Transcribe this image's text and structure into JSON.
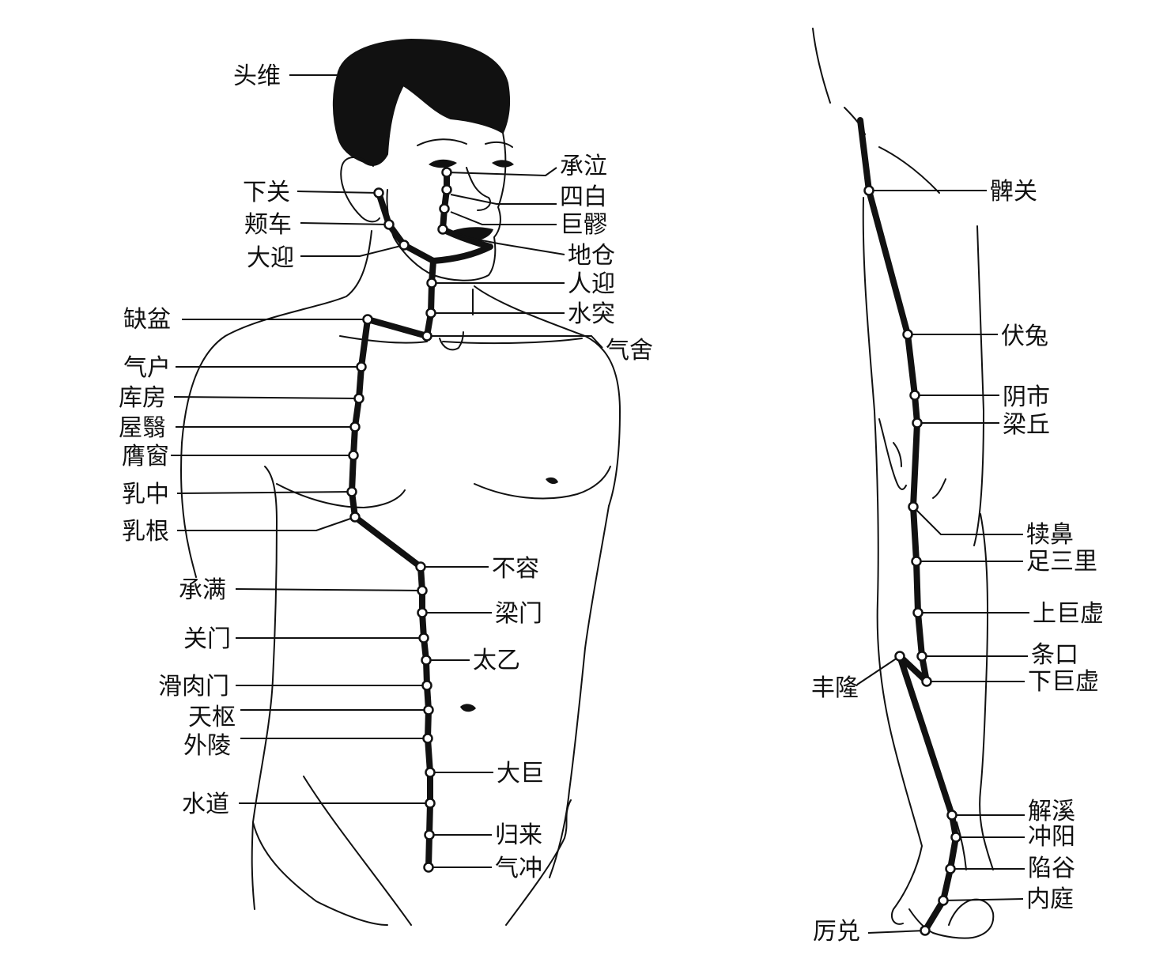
{
  "torso_points": [
    {
      "id": "touwei",
      "label": "头维"
    },
    {
      "id": "xiaguan",
      "label": "下关"
    },
    {
      "id": "jiache",
      "label": "颊车"
    },
    {
      "id": "daying",
      "label": "大迎"
    },
    {
      "id": "chengqi",
      "label": "承泣"
    },
    {
      "id": "sibai",
      "label": "四白"
    },
    {
      "id": "juliao",
      "label": "巨髎"
    },
    {
      "id": "dicang",
      "label": "地仓"
    },
    {
      "id": "renying",
      "label": "人迎"
    },
    {
      "id": "shuitu",
      "label": "水突"
    },
    {
      "id": "qishe",
      "label": "气舍"
    },
    {
      "id": "quepen",
      "label": "缺盆"
    },
    {
      "id": "qihu",
      "label": "气户"
    },
    {
      "id": "kufang",
      "label": "库房"
    },
    {
      "id": "wuyi",
      "label": "屋翳"
    },
    {
      "id": "yingchuang",
      "label": "膺窗"
    },
    {
      "id": "ruzhong",
      "label": "乳中"
    },
    {
      "id": "rugen",
      "label": "乳根"
    },
    {
      "id": "burong",
      "label": "不容"
    },
    {
      "id": "chengman",
      "label": "承满"
    },
    {
      "id": "liangmen",
      "label": "梁门"
    },
    {
      "id": "guanmen",
      "label": "关门"
    },
    {
      "id": "taiyi",
      "label": "太乙"
    },
    {
      "id": "huaroumen",
      "label": "滑肉门"
    },
    {
      "id": "tianshu",
      "label": "天枢"
    },
    {
      "id": "wailing",
      "label": "外陵"
    },
    {
      "id": "daju",
      "label": "大巨"
    },
    {
      "id": "shuidao",
      "label": "水道"
    },
    {
      "id": "guilai",
      "label": "归来"
    },
    {
      "id": "qichong",
      "label": "气冲"
    }
  ],
  "leg_points": [
    {
      "id": "biguan",
      "label": "髀关"
    },
    {
      "id": "futu",
      "label": "伏兔"
    },
    {
      "id": "yinshi",
      "label": "阴市"
    },
    {
      "id": "liangqiu",
      "label": "梁丘"
    },
    {
      "id": "dubi",
      "label": "犊鼻"
    },
    {
      "id": "zusanli",
      "label": "足三里"
    },
    {
      "id": "shangjuxu",
      "label": "上巨虚"
    },
    {
      "id": "tiaokou",
      "label": "条口"
    },
    {
      "id": "xiajuxu",
      "label": "下巨虚"
    },
    {
      "id": "fenglong",
      "label": "丰隆"
    },
    {
      "id": "jiexi",
      "label": "解溪"
    },
    {
      "id": "chongyang",
      "label": "冲阳"
    },
    {
      "id": "xiangu",
      "label": "陷谷"
    },
    {
      "id": "neiting",
      "label": "内庭"
    },
    {
      "id": "lidui",
      "label": "厉兑"
    }
  ]
}
